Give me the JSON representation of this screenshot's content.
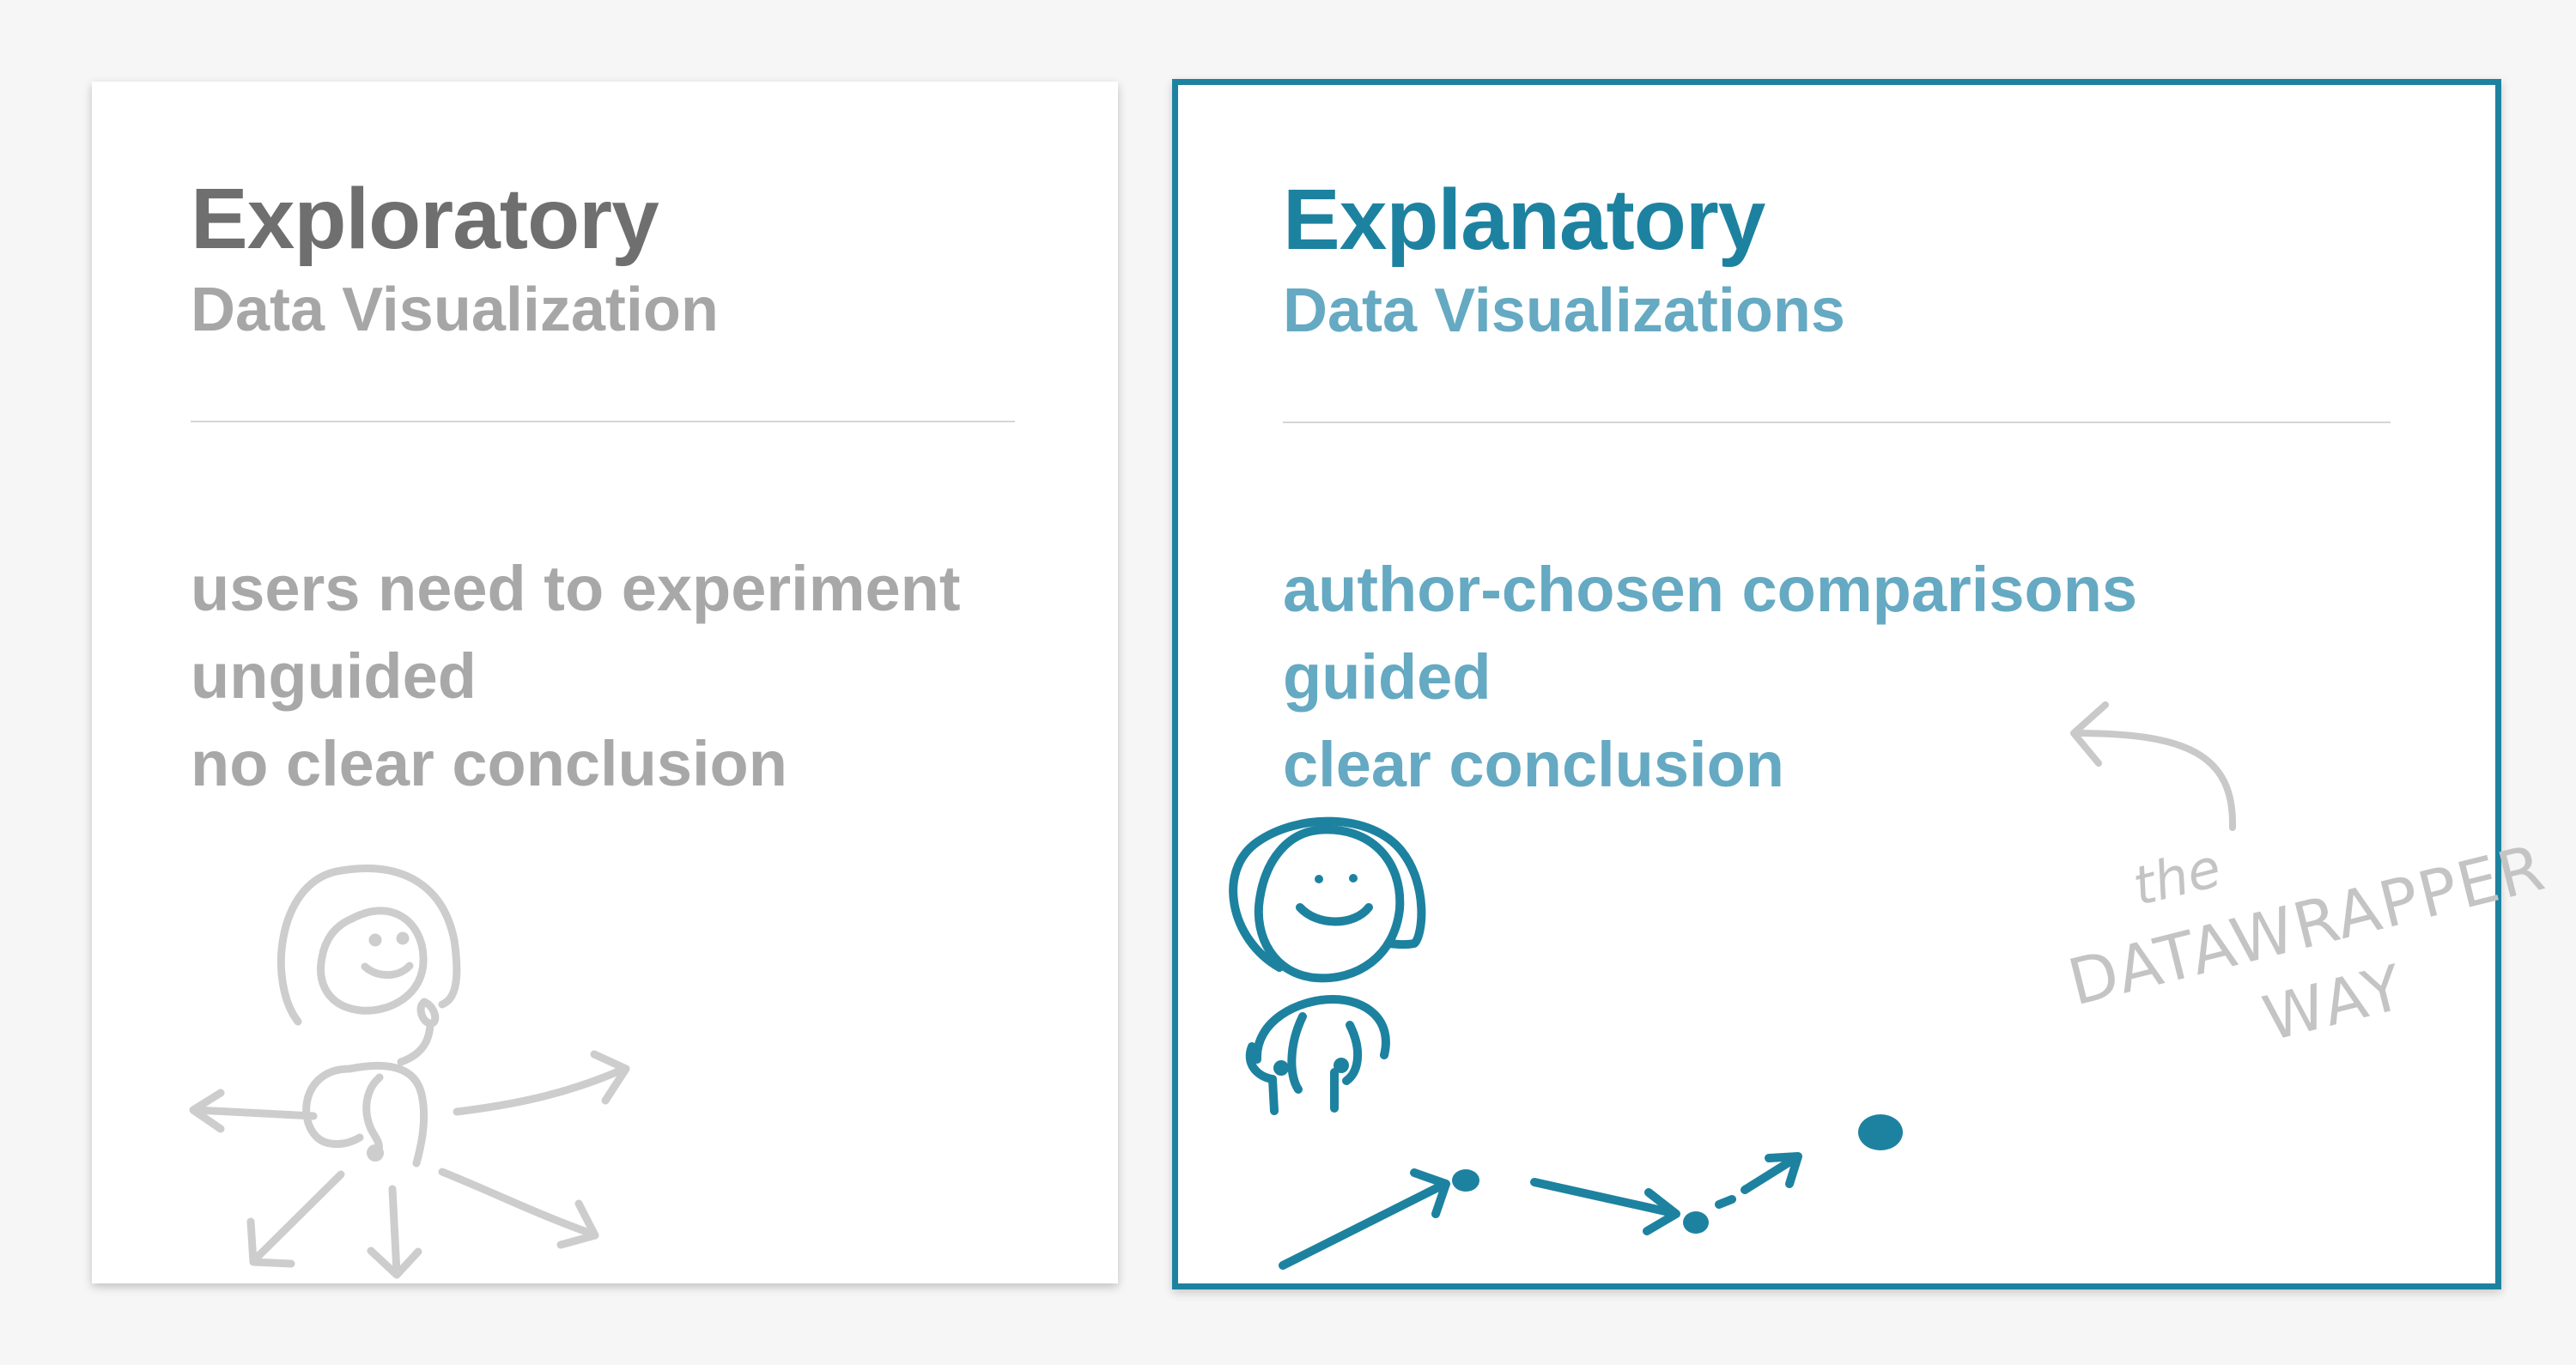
{
  "exploratory": {
    "title": "Exploratory",
    "subtitle": "Data Visualization",
    "points": [
      "users need to experiment",
      "unguided",
      "no clear conclusion"
    ],
    "color_title": "#6f6f6f",
    "color_text": "#a8a8a8",
    "illustration_icon": "confused-figure-with-arrows-icon"
  },
  "explanatory": {
    "title": "Explanatory",
    "subtitle": "Data Visualizations",
    "points": [
      "author-chosen comparisons",
      "guided",
      "clear conclusion"
    ],
    "color_title": "#1d82a0",
    "color_text": "#65a9c2",
    "color_border": "#1d82a0",
    "illustration_icon": "guided-figure-with-path-icon"
  },
  "annotation": {
    "line1": "the",
    "line2": "DATAWRAPPER",
    "line3": "WAY",
    "arrow_icon": "curved-arrow-icon"
  }
}
